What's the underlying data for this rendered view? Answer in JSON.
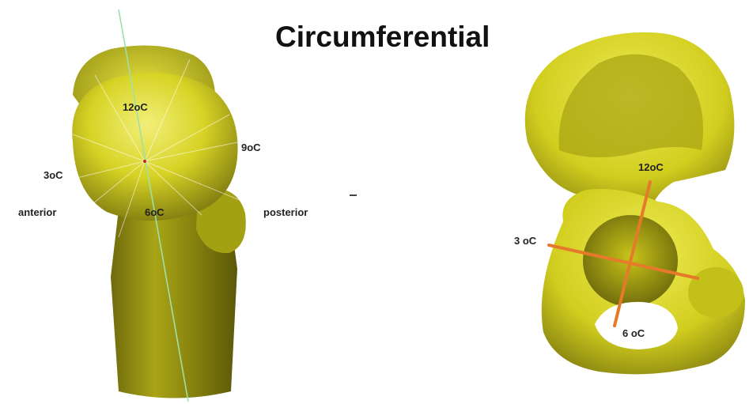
{
  "title": "Circumferential",
  "femur": {
    "labels": {
      "twelve": "12oC",
      "three": "3oC",
      "six": "6oC",
      "nine": "9oC",
      "anterior": "anterior",
      "posterior": "posterior"
    }
  },
  "acetabulum": {
    "labels": {
      "twelve": "12oC",
      "three": "3 oC",
      "six": "6 oC"
    }
  },
  "colors": {
    "bone": "#d6d21e",
    "bone_shadow": "#6e6a0e",
    "axis_line": "#e57a2a",
    "femur_axis": "#9fe0a8"
  }
}
